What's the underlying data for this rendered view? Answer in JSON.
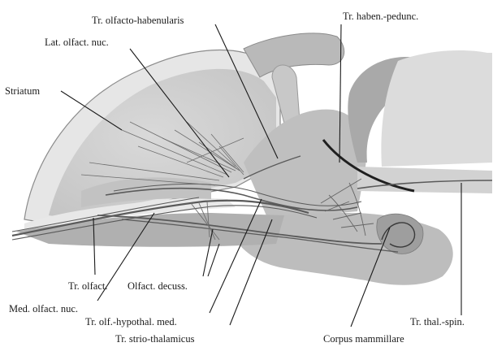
{
  "labels": {
    "tr_olfacto_habenularis": "Tr. olfacto-habenularis",
    "tr_haben_pedunc": "Tr. haben.-pedunc.",
    "lat_olfact_nuc": "Lat. olfact. nuc.",
    "striatum": "Striatum",
    "tr_olfact": "Tr. olfact.",
    "olfact_decuss": "Olfact. decuss.",
    "med_olfact_nuc": "Med. olfact. nuc.",
    "tr_olf_hypothal_med": "Tr. olf.-hypothal. med.",
    "tr_strio_thalamicus": "Tr. strio-thalamicus",
    "corpus_mammillare": "Corpus mammillare",
    "tr_thal_spin": "Tr. thal.-spin."
  }
}
